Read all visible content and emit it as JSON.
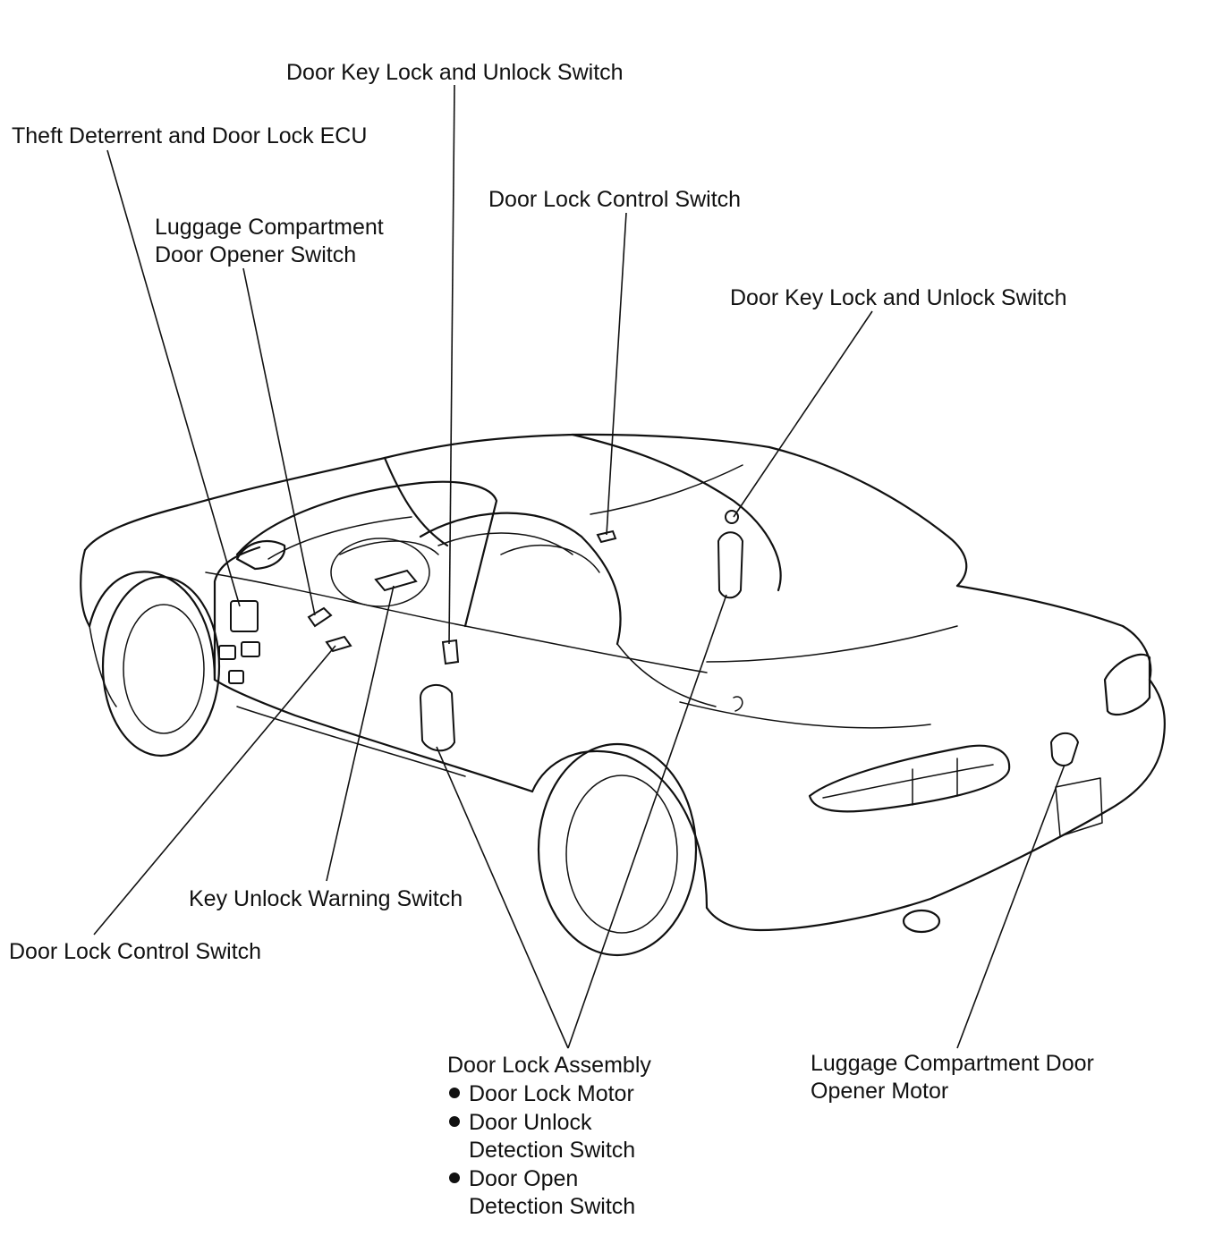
{
  "labels": {
    "door_key_switch_top": "Door Key Lock and Unlock Switch",
    "theft_ecu": "Theft Deterrent and Door Lock ECU",
    "luggage_switch_line1": "Luggage Compartment",
    "luggage_switch_line2": "Door Opener Switch",
    "door_lock_control_top": "Door Lock Control Switch",
    "door_key_switch_right": "Door Key Lock and Unlock Switch",
    "key_unlock_warning": "Key Unlock Warning Switch",
    "door_lock_control_left": "Door Lock Control Switch",
    "door_lock_assembly": {
      "title": "Door Lock Assembly",
      "items": [
        {
          "line1": "Door Lock Motor",
          "line2": ""
        },
        {
          "line1": "Door Unlock",
          "line2": "Detection Switch"
        },
        {
          "line1": "Door Open",
          "line2": "Detection Switch"
        }
      ]
    },
    "luggage_motor_line1": "Luggage Compartment Door",
    "luggage_motor_line2": "Opener Motor"
  }
}
